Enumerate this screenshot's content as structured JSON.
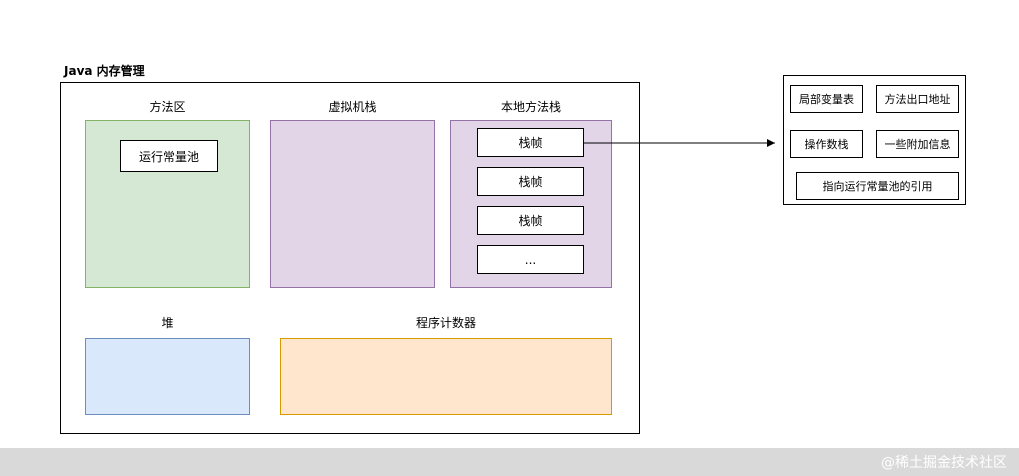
{
  "title": "Java 内存管理",
  "diagram": {
    "method_area": {
      "label": "方法区",
      "constant_pool_label": "运行常量池"
    },
    "vm_stack": {
      "label": "虚拟机栈"
    },
    "native_stack": {
      "label": "本地方法栈",
      "frames": [
        "栈帧",
        "栈帧",
        "栈帧",
        "..."
      ]
    },
    "heap": {
      "label": "堆"
    },
    "program_counter": {
      "label": "程序计数器"
    }
  },
  "frame_detail": {
    "items": [
      "局部变量表",
      "方法出口地址",
      "操作数栈",
      "一些附加信息",
      "指向运行常量池的引用"
    ]
  },
  "watermark": "@稀土掘金技术社区",
  "colors": {
    "method_area_fill": "#d5e8d4",
    "method_area_border": "#82b366",
    "stack_fill": "#e1d5e7",
    "stack_border": "#9673a6",
    "heap_fill": "#dae8fc",
    "heap_border": "#6c8ebf",
    "pc_fill": "#ffe6cc",
    "pc_border": "#d79b00",
    "watermark_bg": "#d9d9d9",
    "watermark_text": "#ffffff"
  }
}
